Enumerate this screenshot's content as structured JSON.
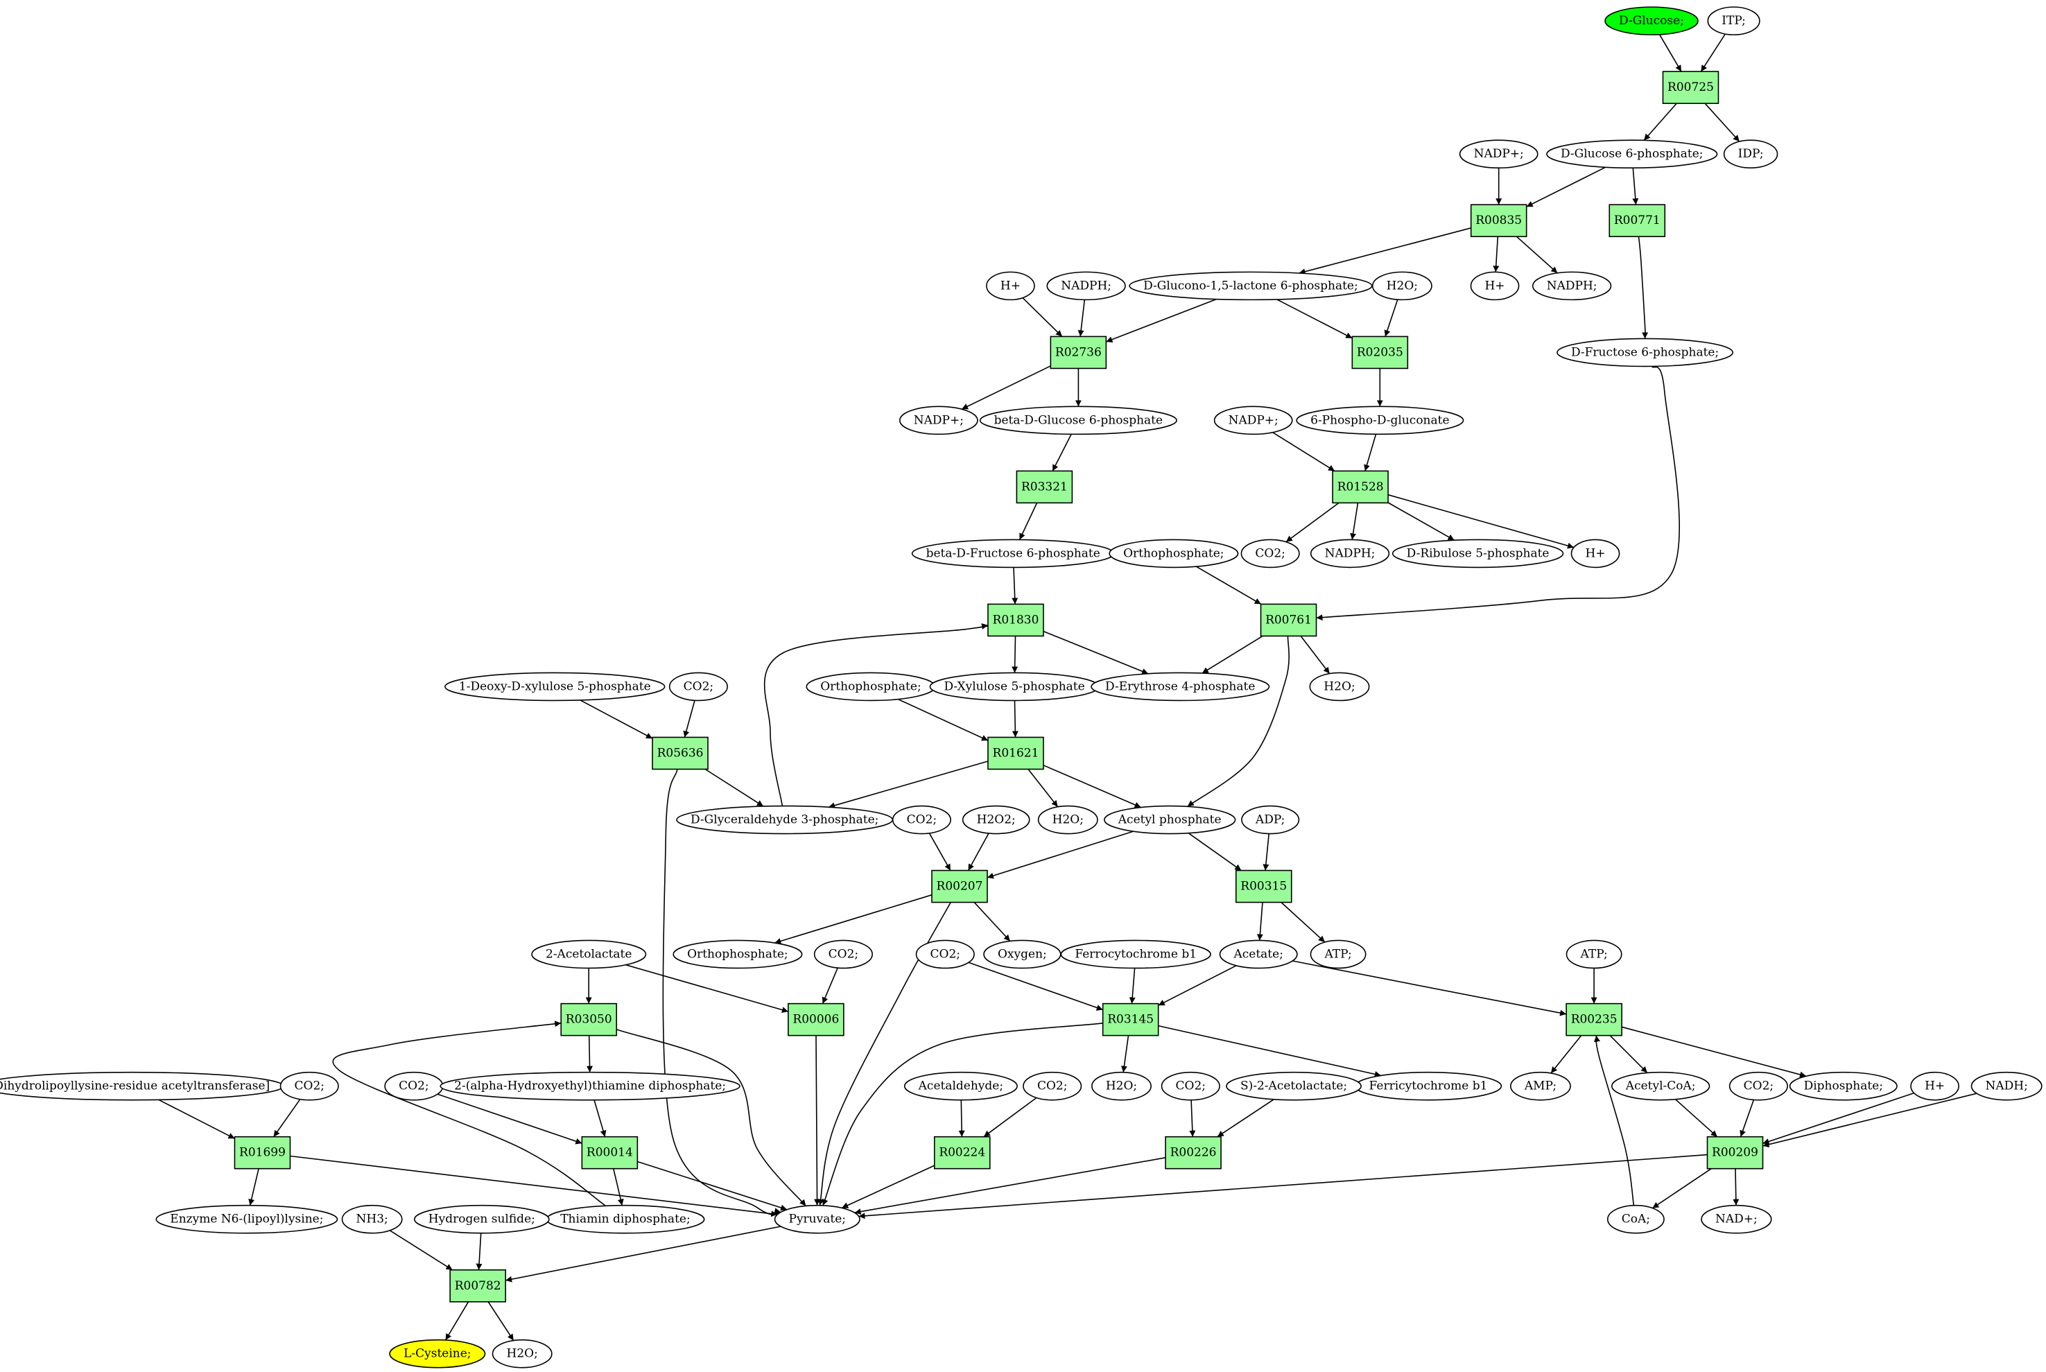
{
  "diagram": {
    "start_color": "#00ff00",
    "target_color": "#ffff00",
    "reaction_color": "#98fb98",
    "nodes": {
      "glc": {
        "label": "D-Glucose;",
        "kind": "start"
      },
      "itp": {
        "label": "ITP;"
      },
      "R00725": {
        "label": "R00725",
        "kind": "reaction"
      },
      "g6p": {
        "label": "D-Glucose 6-phosphate;"
      },
      "idp": {
        "label": "IDP;"
      },
      "nadp1": {
        "label": "NADP+;"
      },
      "R00835": {
        "label": "R00835",
        "kind": "reaction"
      },
      "R00771": {
        "label": "R00771",
        "kind": "reaction"
      },
      "h1": {
        "label": "H+"
      },
      "nadph1": {
        "label": "NADPH;"
      },
      "nadph2": {
        "label": "NADPH;"
      },
      "glcl6p": {
        "label": "D-Glucono-1,5-lactone 6-phosphate;"
      },
      "h2o1": {
        "label": "H2O;"
      },
      "h2": {
        "label": "H+"
      },
      "R02736": {
        "label": "R02736",
        "kind": "reaction"
      },
      "R02035": {
        "label": "R02035",
        "kind": "reaction"
      },
      "f6p": {
        "label": "D-Fructose 6-phosphate;"
      },
      "nadp2": {
        "label": "NADP+;"
      },
      "bg6p": {
        "label": "beta-D-Glucose 6-phosphate"
      },
      "nadp3": {
        "label": "NADP+;"
      },
      "pglc": {
        "label": "6-Phospho-D-gluconate"
      },
      "R03321": {
        "label": "R03321",
        "kind": "reaction"
      },
      "R01528": {
        "label": "R01528",
        "kind": "reaction"
      },
      "bf6p": {
        "label": "beta-D-Fructose 6-phosphate"
      },
      "co2a": {
        "label": "CO2;"
      },
      "nadph3": {
        "label": "NADPH;"
      },
      "ru5p": {
        "label": "D-Ribulose 5-phosphate"
      },
      "h3": {
        "label": "H+"
      },
      "pi1": {
        "label": "Orthophosphate;"
      },
      "R01830": {
        "label": "R01830",
        "kind": "reaction"
      },
      "R00761": {
        "label": "R00761",
        "kind": "reaction"
      },
      "dxp": {
        "label": "1-Deoxy-D-xylulose 5-phosphate"
      },
      "co2b": {
        "label": "CO2;"
      },
      "pi2": {
        "label": "Orthophosphate;"
      },
      "xu5p": {
        "label": "D-Xylulose 5-phosphate"
      },
      "e4p": {
        "label": "D-Erythrose 4-phosphate"
      },
      "h2o2": {
        "label": "H2O;"
      },
      "R05636": {
        "label": "R05636",
        "kind": "reaction"
      },
      "R01621": {
        "label": "R01621",
        "kind": "reaction"
      },
      "gap": {
        "label": "D-Glyceraldehyde 3-phosphate;"
      },
      "h2o3": {
        "label": "H2O;"
      },
      "acp": {
        "label": "Acetyl phosphate"
      },
      "adp": {
        "label": "ADP;"
      },
      "co2c": {
        "label": "CO2;"
      },
      "h2o2b": {
        "label": "H2O2;"
      },
      "R00207": {
        "label": "R00207",
        "kind": "reaction"
      },
      "R00315": {
        "label": "R00315",
        "kind": "reaction"
      },
      "pi3": {
        "label": "Orthophosphate;"
      },
      "oxy": {
        "label": "Oxygen;"
      },
      "atp1": {
        "label": "ATP;"
      },
      "acet": {
        "label": "Acetate;"
      },
      "acl": {
        "label": "2-Acetolactate"
      },
      "co2d": {
        "label": "CO2;"
      },
      "co2e": {
        "label": "CO2;"
      },
      "fcb1": {
        "label": "Ferrocytochrome b1"
      },
      "atp2": {
        "label": "ATP;"
      },
      "R03050": {
        "label": "R03050",
        "kind": "reaction"
      },
      "R00006": {
        "label": "R00006",
        "kind": "reaction"
      },
      "R03145": {
        "label": "R03145",
        "kind": "reaction"
      },
      "R00235": {
        "label": "R00235",
        "kind": "reaction"
      },
      "dhl": {
        "label": "Dihydrolipoyllysine-residue acetyltransferase]"
      },
      "co2f": {
        "label": "CO2;"
      },
      "co2g": {
        "label": "CO2;"
      },
      "hetpp": {
        "label": "2-(alpha-Hydroxyethyl)thiamine diphosphate;"
      },
      "h2o4": {
        "label": "H2O;"
      },
      "fic": {
        "label": "Ferricytochrome b1"
      },
      "amp": {
        "label": "AMP;"
      },
      "accoa": {
        "label": "Acetyl-CoA;"
      },
      "co2h": {
        "label": "CO2;"
      },
      "ppi": {
        "label": "Diphosphate;"
      },
      "h4": {
        "label": "H+"
      },
      "nadh": {
        "label": "NADH;"
      },
      "acald": {
        "label": "Acetaldehyde;"
      },
      "co2i": {
        "label": "CO2;"
      },
      "co2j": {
        "label": "CO2;"
      },
      "sacl": {
        "label": "S)-2-Acetolactate;"
      },
      "R01699": {
        "label": "R01699",
        "kind": "reaction"
      },
      "R00014": {
        "label": "R00014",
        "kind": "reaction"
      },
      "R00224": {
        "label": "R00224",
        "kind": "reaction"
      },
      "R00226": {
        "label": "R00226",
        "kind": "reaction"
      },
      "R00209": {
        "label": "R00209",
        "kind": "reaction"
      },
      "enz": {
        "label": "Enzyme N6-(lipoyl)lysine;"
      },
      "tpp": {
        "label": "Thiamin diphosphate;"
      },
      "pyr": {
        "label": "Pyruvate;"
      },
      "coa": {
        "label": "CoA;"
      },
      "nad": {
        "label": "NAD+;"
      },
      "nh3": {
        "label": "NH3;"
      },
      "h2s": {
        "label": "Hydrogen sulfide;"
      },
      "R00782": {
        "label": "R00782",
        "kind": "reaction"
      },
      "cys": {
        "label": "L-Cysteine;",
        "kind": "target"
      },
      "h2o5": {
        "label": "H2O;"
      }
    },
    "edges": [
      [
        "glc",
        "R00725"
      ],
      [
        "itp",
        "R00725"
      ],
      [
        "R00725",
        "g6p"
      ],
      [
        "R00725",
        "idp"
      ],
      [
        "nadp1",
        "R00835"
      ],
      [
        "g6p",
        "R00835"
      ],
      [
        "g6p",
        "R00771"
      ],
      [
        "R00835",
        "glcl6p"
      ],
      [
        "R00835",
        "h1"
      ],
      [
        "R00835",
        "nadph1"
      ],
      [
        "R00771",
        "f6p"
      ],
      [
        "h2",
        "R02736"
      ],
      [
        "nadph2",
        "R02736"
      ],
      [
        "glcl6p",
        "R02736"
      ],
      [
        "glcl6p",
        "R02035"
      ],
      [
        "h2o1",
        "R02035"
      ],
      [
        "R02736",
        "nadp2"
      ],
      [
        "R02736",
        "bg6p"
      ],
      [
        "R02035",
        "pglc"
      ],
      [
        "bg6p",
        "R03321"
      ],
      [
        "R03321",
        "bf6p"
      ],
      [
        "nadp3",
        "R01528"
      ],
      [
        "pglc",
        "R01528"
      ],
      [
        "R01528",
        "co2a"
      ],
      [
        "R01528",
        "nadph3"
      ],
      [
        "R01528",
        "ru5p"
      ],
      [
        "R01528",
        "h3"
      ],
      [
        "bf6p",
        "R01830"
      ],
      [
        "gap",
        "R01830"
      ],
      [
        "R01830",
        "xu5p"
      ],
      [
        "R01830",
        "e4p"
      ],
      [
        "pi1",
        "R00761"
      ],
      [
        "f6p",
        "R00761"
      ],
      [
        "R00761",
        "e4p"
      ],
      [
        "R00761",
        "h2o2"
      ],
      [
        "R00761",
        "acp"
      ],
      [
        "dxp",
        "R05636"
      ],
      [
        "co2b",
        "R05636"
      ],
      [
        "R05636",
        "gap"
      ],
      [
        "R05636",
        "pyr"
      ],
      [
        "pi2",
        "R01621"
      ],
      [
        "xu5p",
        "R01621"
      ],
      [
        "R01621",
        "gap"
      ],
      [
        "R01621",
        "h2o3"
      ],
      [
        "R01621",
        "acp"
      ],
      [
        "co2c",
        "R00207"
      ],
      [
        "h2o2b",
        "R00207"
      ],
      [
        "acp",
        "R00207"
      ],
      [
        "R00207",
        "pi3"
      ],
      [
        "R00207",
        "oxy"
      ],
      [
        "R00207",
        "pyr"
      ],
      [
        "adp",
        "R00315"
      ],
      [
        "acp",
        "R00315"
      ],
      [
        "R00315",
        "acet"
      ],
      [
        "R00315",
        "atp1"
      ],
      [
        "acl",
        "R03050"
      ],
      [
        "tpp",
        "R03050"
      ],
      [
        "acl",
        "R00006"
      ],
      [
        "co2d",
        "R00006"
      ],
      [
        "R03050",
        "hetpp"
      ],
      [
        "R03050",
        "pyr"
      ],
      [
        "R00006",
        "pyr"
      ],
      [
        "co2e",
        "R03145"
      ],
      [
        "fcb1",
        "R03145"
      ],
      [
        "acet",
        "R03145"
      ],
      [
        "R03145",
        "h2o4"
      ],
      [
        "R03145",
        "fic"
      ],
      [
        "R03145",
        "pyr"
      ],
      [
        "acet",
        "R00235"
      ],
      [
        "atp2",
        "R00235"
      ],
      [
        "coa",
        "R00235"
      ],
      [
        "R00235",
        "amp"
      ],
      [
        "R00235",
        "accoa"
      ],
      [
        "R00235",
        "ppi"
      ],
      [
        "dhl",
        "R01699"
      ],
      [
        "co2f",
        "R01699"
      ],
      [
        "R01699",
        "enz"
      ],
      [
        "R01699",
        "pyr"
      ],
      [
        "co2g",
        "R00014"
      ],
      [
        "hetpp",
        "R00014"
      ],
      [
        "R00014",
        "tpp"
      ],
      [
        "R00014",
        "pyr"
      ],
      [
        "acald",
        "R00224"
      ],
      [
        "co2i",
        "R00224"
      ],
      [
        "R00224",
        "pyr"
      ],
      [
        "co2j",
        "R00226"
      ],
      [
        "sacl",
        "R00226"
      ],
      [
        "R00226",
        "pyr"
      ],
      [
        "accoa",
        "R00209"
      ],
      [
        "co2h",
        "R00209"
      ],
      [
        "h4",
        "R00209"
      ],
      [
        "nadh",
        "R00209"
      ],
      [
        "R00209",
        "coa"
      ],
      [
        "R00209",
        "nad"
      ],
      [
        "R00209",
        "pyr"
      ],
      [
        "nh3",
        "R00782"
      ],
      [
        "h2s",
        "R00782"
      ],
      [
        "pyr",
        "R00782"
      ],
      [
        "R00782",
        "cys"
      ],
      [
        "R00782",
        "h2o5"
      ]
    ]
  }
}
